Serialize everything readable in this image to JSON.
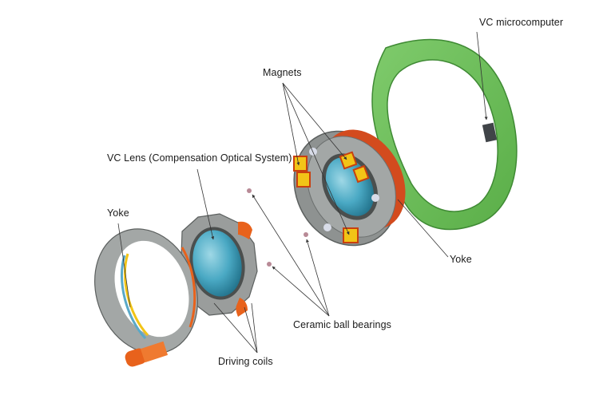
{
  "title": "VC unit exploded view",
  "labels": {
    "vc_microcomputer": "VC microcomputer",
    "magnets": "Magnets",
    "vc_lens": "VC Lens (Compensation Optical System)",
    "yoke_left": "Yoke",
    "yoke_right": "Yoke",
    "ceramic_ball_bearings": "Ceramic ball bearings",
    "driving_coils": "Driving coils"
  },
  "colors": {
    "pcb_green": "#6cbf5a",
    "pcb_edge": "#3f8a34",
    "chip": "#404448",
    "lens_blue": "#4aa9c4",
    "housing_gray": "#9a9d9c",
    "housing_dark": "#6c706f",
    "magnet_yellow": "#f2c417",
    "coil_orange": "#e8621c",
    "bearing_pink": "#b88a96",
    "leader_line": "#333333"
  }
}
